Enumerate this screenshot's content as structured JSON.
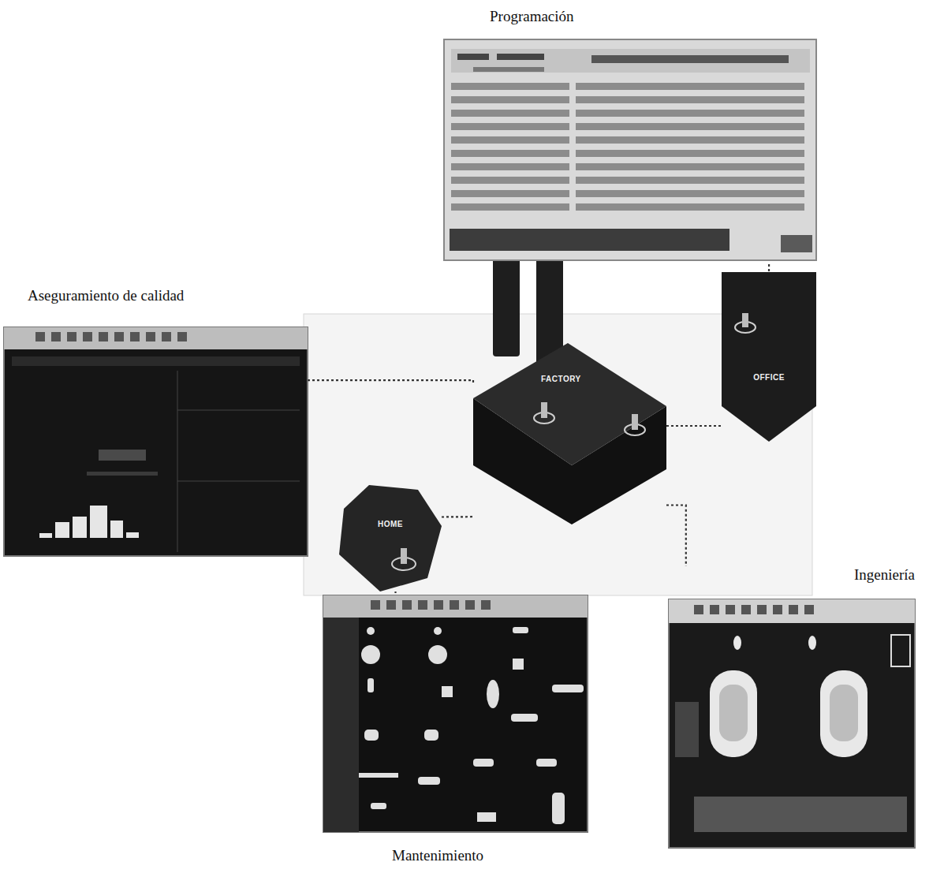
{
  "diagram": {
    "nodes": [
      {
        "text": [
          "Programación"
        ]
      },
      {
        "text": [
          "Aseguramiento de calidad"
        ]
      },
      {
        "text": [
          "OFFICE"
        ]
      },
      {
        "text": [
          "FACTORY"
        ]
      },
      {
        "text": [
          "HOME"
        ]
      },
      {
        "text": [
          "Ingeniería"
        ]
      },
      {
        "text": [
          "Mantenimiento"
        ]
      }
    ],
    "edges": [
      {
        "from": 0,
        "to": 2,
        "arrow": "none"
      },
      {
        "from": 1,
        "to": 3,
        "arrow": "none"
      },
      {
        "from": 3,
        "to": 2,
        "arrow": "none"
      },
      {
        "from": 4,
        "to": 3,
        "arrow": "none"
      },
      {
        "from": 4,
        "to": 6,
        "arrow": "none"
      },
      {
        "from": 3,
        "to": 5,
        "arrow": "none"
      }
    ]
  }
}
